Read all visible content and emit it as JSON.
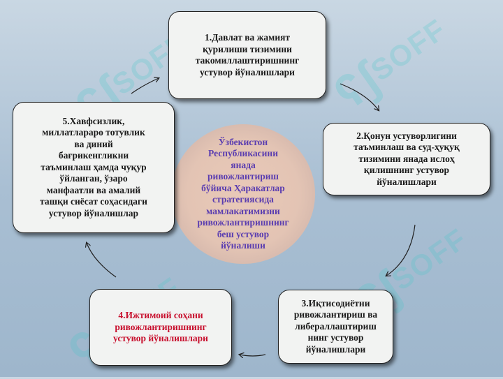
{
  "watermark": {
    "text": "SOFF"
  },
  "center": {
    "text": "Ўзбекистон\nРеспубликасини\nянада\nривожлантириш\nбўйича Ҳаракатлар\nстратегиясида\nмамлакатимизни\nривожлантиришнинг\nбеш устувор\nйўналиши"
  },
  "boxes": [
    {
      "text": "1.Давлат ва жамият\nқурилиши тизимини\nтакомиллаштиришнинг\nустувор йўналишлари"
    },
    {
      "text": "2.Қонун устуворлигини\nтаъминлаш ва суд-ҳуқуқ\nтизимини янада ислоҳ\nқилишнинг устувор\nйўналишлари"
    },
    {
      "text": "3.Иқтисодиётни\nривожлантириш ва\nлибераллаштириш\nнинг устувор\nйўналишлари"
    },
    {
      "text": "4.Ижтимоий соҳани\nривожлантиришнинг\nустувор йўналишлари"
    },
    {
      "text": "5.Хавфсизлик,\nмиллатлараро тотувлик\nва диний\nбағрикенгликни\nтаъминлаш ҳамда чуқур\nўйланган, ўзаро\nманфаатли ва амалий\nташқи сиёсат соҳасидаги\nустувор йўналишлар"
    }
  ],
  "colors": {
    "accent_red": "#c8102e",
    "center_text": "#5a3db0"
  }
}
